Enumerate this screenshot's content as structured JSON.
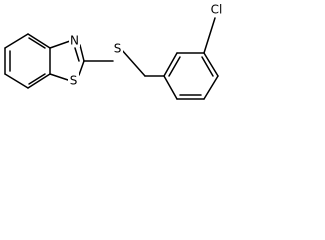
{
  "molecule": {
    "atoms": {
      "n": "N",
      "s_ring": "S",
      "s_thioether": "S",
      "cl": "Cl"
    },
    "colors": {
      "bond": "#000000",
      "label": "#000000",
      "background": "#ffffff"
    }
  }
}
